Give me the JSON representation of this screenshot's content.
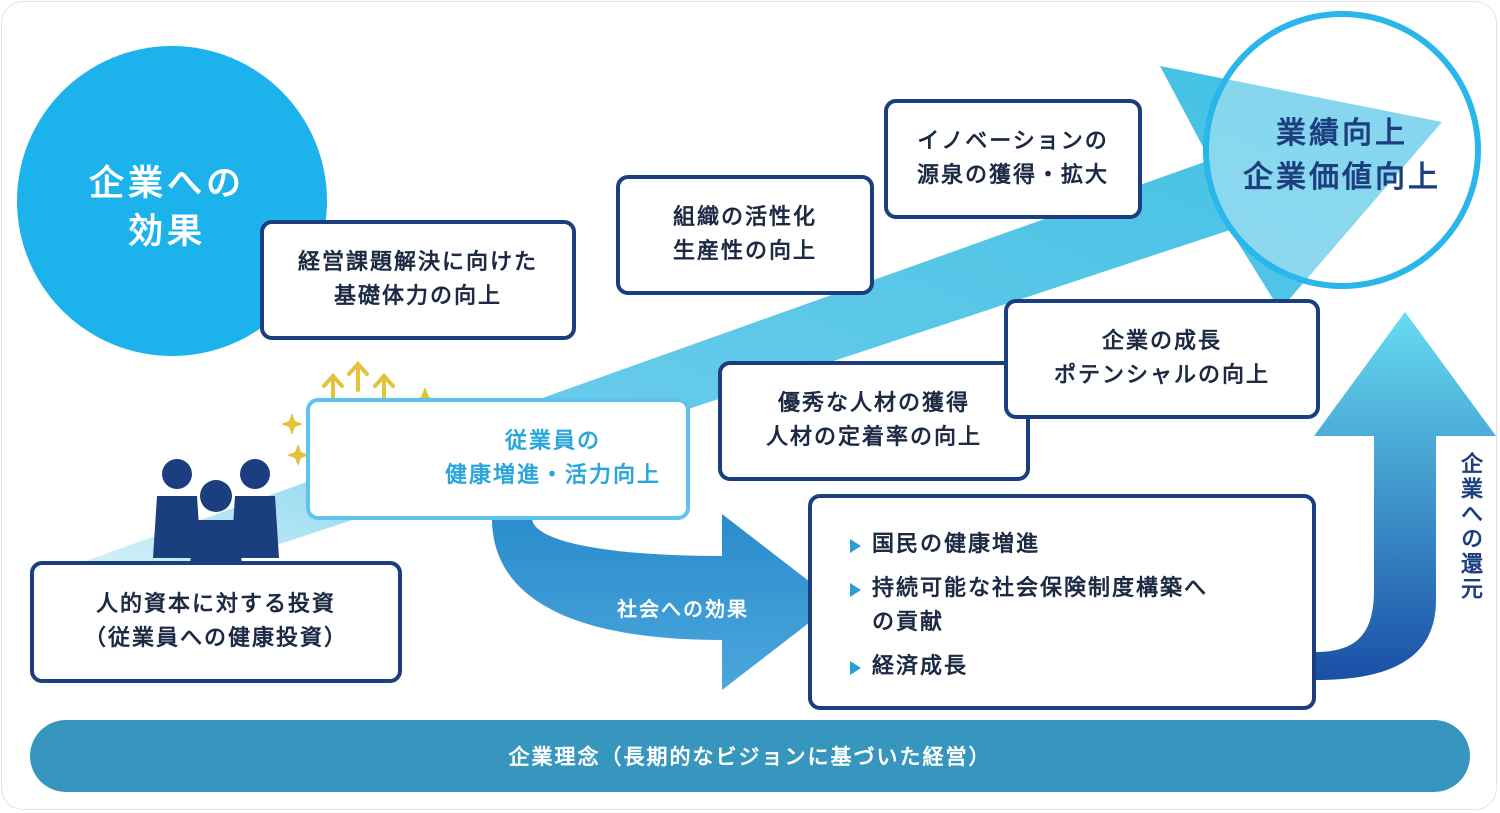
{
  "circle_label": [
    "企業への",
    "効果"
  ],
  "result_label": [
    "業績向上",
    "企業価値向上"
  ],
  "boxes": {
    "investment": [
      "人的資本に対する投資",
      "（従業員への健康投資）"
    ],
    "health": [
      "従業員の",
      "健康増進・活力向上"
    ],
    "foundation": [
      "経営課題解決に向けた",
      "基礎体力の向上"
    ],
    "organization": [
      "組織の活性化",
      "生産性の向上"
    ],
    "innovation": [
      "イノベーションの",
      "源泉の獲得・拡大"
    ],
    "talent": [
      "優秀な人材の獲得",
      "人材の定着率の向上"
    ],
    "growth": [
      "企業の成長",
      "ポテンシャルの向上"
    ]
  },
  "social": {
    "arrow_label": "社会への効果",
    "items": [
      [
        "国民の健康増進"
      ],
      [
        "持続可能な社会保険制度構築へ",
        "の貢献"
      ],
      [
        "経済成長"
      ]
    ]
  },
  "return_label": "企業への還元",
  "philosophy": "企業理念（長期的なビジョンに基づいた経営）",
  "colors": {
    "navy": "#1b3f7e",
    "sky": "#1cb2ec",
    "light_blue": "#5ec4ee",
    "teal_band": "#3796bd"
  }
}
